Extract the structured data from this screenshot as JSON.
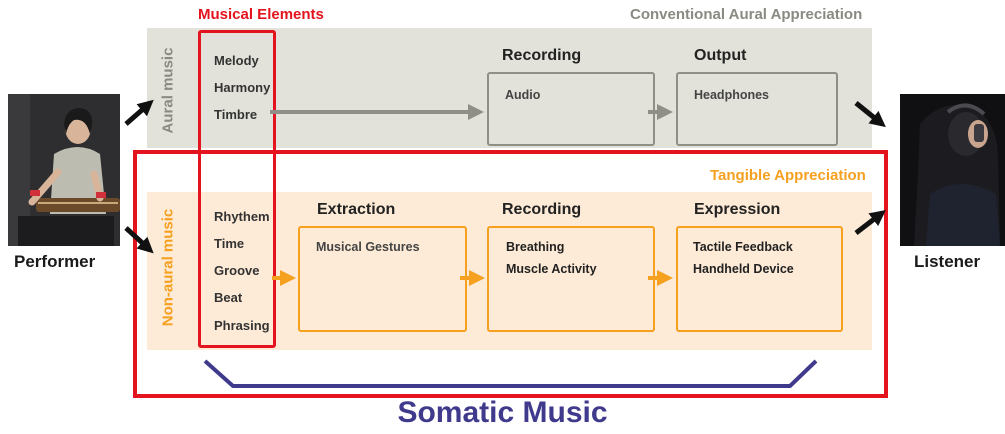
{
  "headers": {
    "musical_elements": "Musical Elements",
    "conventional": "Conventional Aural Appreciation",
    "tangible": "Tangible Appreciation"
  },
  "side_labels": {
    "aural": "Aural music",
    "non_aural": "Non-aural music"
  },
  "aural_elements": [
    "Melody",
    "Harmony",
    "Timbre"
  ],
  "non_aural_elements": [
    "Rhythem",
    "Time",
    "Groove",
    "Beat",
    "Phrasing"
  ],
  "aural_stages": {
    "recording": {
      "title": "Recording",
      "items": [
        "Audio"
      ]
    },
    "output": {
      "title": "Output",
      "items": [
        "Headphones"
      ]
    }
  },
  "tangible_stages": {
    "extraction": {
      "title": "Extraction",
      "items": [
        "Musical Gestures"
      ]
    },
    "recording": {
      "title": "Recording",
      "items": [
        "Breathing",
        "Muscle Activity"
      ]
    },
    "expression": {
      "title": "Expression",
      "items": [
        "Tactile Feedback",
        "Handheld Device"
      ]
    }
  },
  "people": {
    "performer": "Performer",
    "listener": "Listener"
  },
  "footer": {
    "title": "Somatic Music"
  },
  "colors": {
    "red": "#e4141e",
    "orange": "#f6a020",
    "gray": "#8f8f87",
    "indigo": "#3f3a8c"
  }
}
